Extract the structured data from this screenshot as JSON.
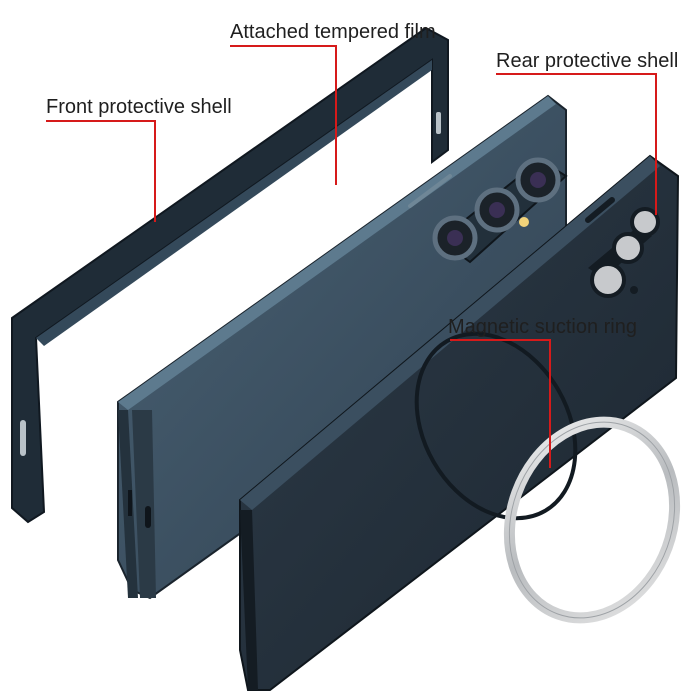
{
  "callouts": {
    "front_shell": "Front protective shell",
    "tempered_film": "Attached tempered film",
    "rear_shell": "Rear protective shell",
    "magnetic_ring": "Magnetic suction ring"
  },
  "colors": {
    "callout_line": "#d61a1a",
    "case_dark": "#1e2b36",
    "case_mid": "#2c3c4a",
    "phone_body": "#3a4f5f",
    "ring_silver": "#c9cbcd"
  }
}
